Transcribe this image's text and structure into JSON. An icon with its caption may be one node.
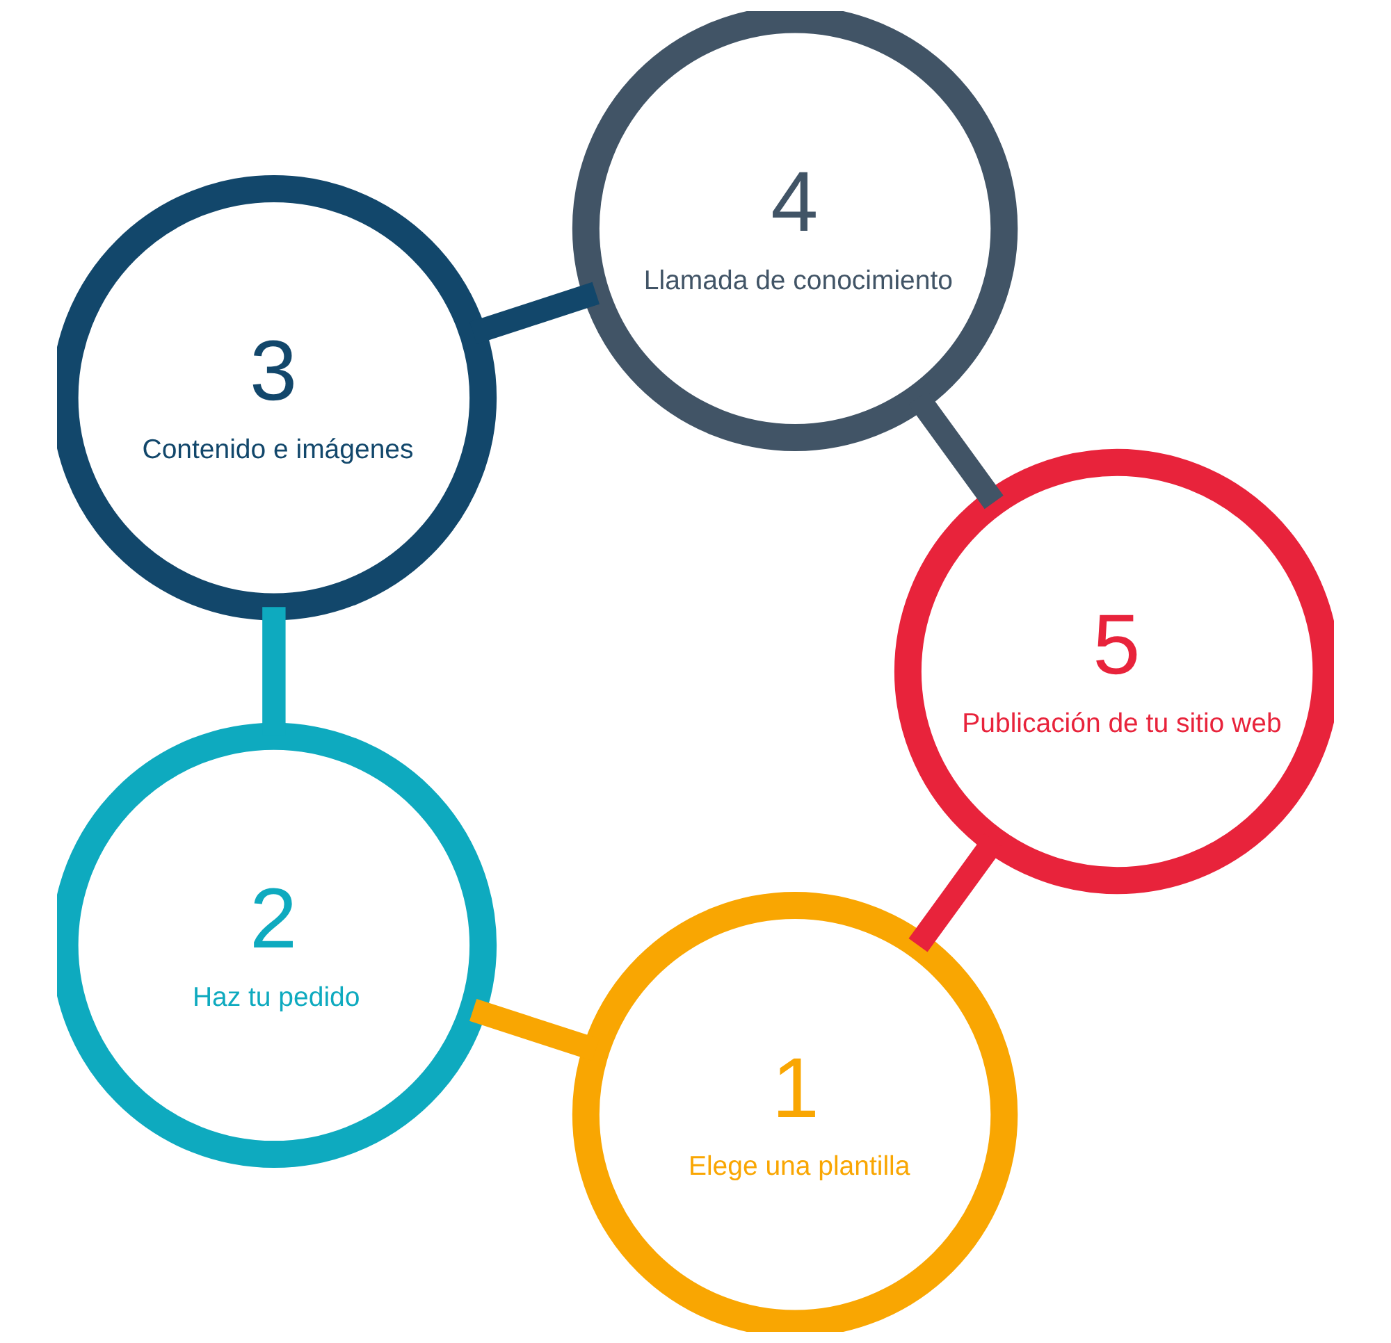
{
  "diagram": {
    "nodes": [
      {
        "text": [
          "1",
          "Elege una plantilla"
        ]
      },
      {
        "text": [
          "2",
          "Haz tu pedido"
        ]
      },
      {
        "text": [
          "3",
          "Contenido e imágenes"
        ]
      },
      {
        "text": [
          "4",
          "Llamada de conocimiento"
        ]
      },
      {
        "text": [
          "5",
          "Publicación de tu sitio web"
        ]
      }
    ],
    "edges": [
      {
        "from": 0,
        "to": 1,
        "arrow": "none",
        "color": "#f9a602"
      },
      {
        "from": 1,
        "to": 2,
        "arrow": "none",
        "color": "#0eaabf"
      },
      {
        "from": 2,
        "to": 3,
        "arrow": "none",
        "color": "#12476b"
      },
      {
        "from": 3,
        "to": 4,
        "arrow": "none",
        "color": "#415466"
      },
      {
        "from": 4,
        "to": 0,
        "arrow": "none",
        "color": "#e8233b"
      }
    ]
  }
}
